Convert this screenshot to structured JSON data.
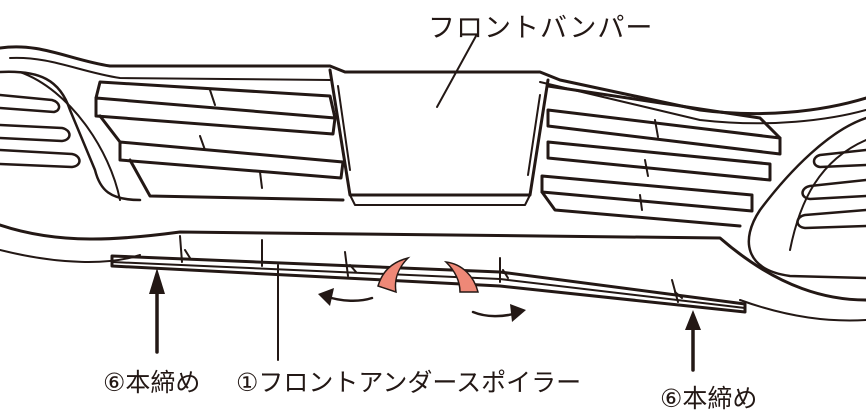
{
  "labels": {
    "front_bumper": "フロントバンパー",
    "left_bolt": "⑥本締め",
    "spoiler": "①フロントアンダースポイラー",
    "right_bolt": "⑥本締め"
  },
  "colors": {
    "line": "#231815",
    "accent_tab": "#ee8877",
    "background": "#ffffff"
  }
}
